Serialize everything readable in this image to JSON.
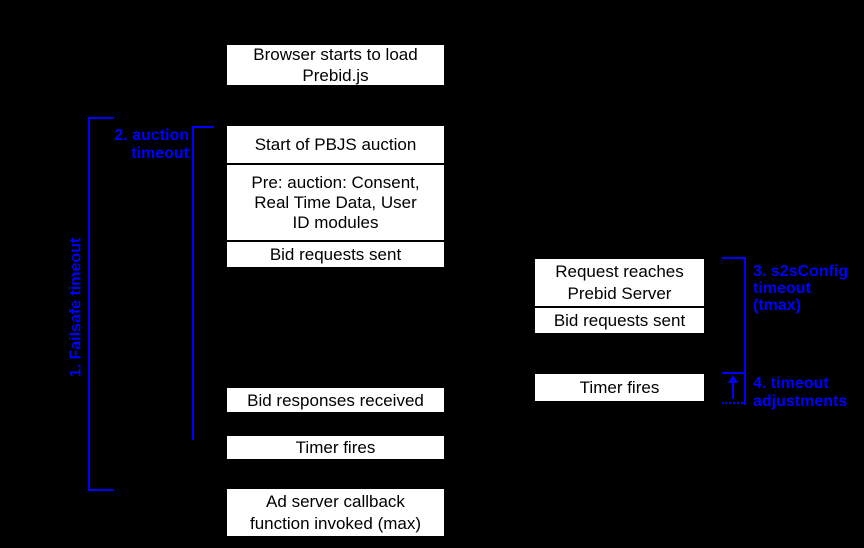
{
  "colors": {
    "background": "#000000",
    "box_fill": "#ffffff",
    "box_border": "#000000",
    "box_text": "#000000",
    "annotation_blue": "#0000fe"
  },
  "boxes": {
    "browser_load": "Browser starts to load\nPrebid.js",
    "start_auction": "Start of PBJS auction",
    "pre_auction": "Pre: auction: Consent,\nReal Time Data, User\nID modules",
    "bid_requests_sent": "Bid requests sent",
    "bid_responses_received": "Bid responses received",
    "timer_fires_client": "Timer fires",
    "ad_server_callback": "Ad server callback\nfunction invoked (max)",
    "request_reaches_server": "Request reaches\nPrebid Server",
    "server_bid_requests_sent": "Bid requests sent",
    "server_timer_fires": "Timer fires"
  },
  "annotations": {
    "failsafe_timeout": "1. Failsafe timeout",
    "auction_timeout": "2. auction\ntimeout",
    "s2s_timeout": "3. s2sConfig\ntimeout (tmax)",
    "timeout_adjustments": "4. timeout\nadjustments"
  }
}
